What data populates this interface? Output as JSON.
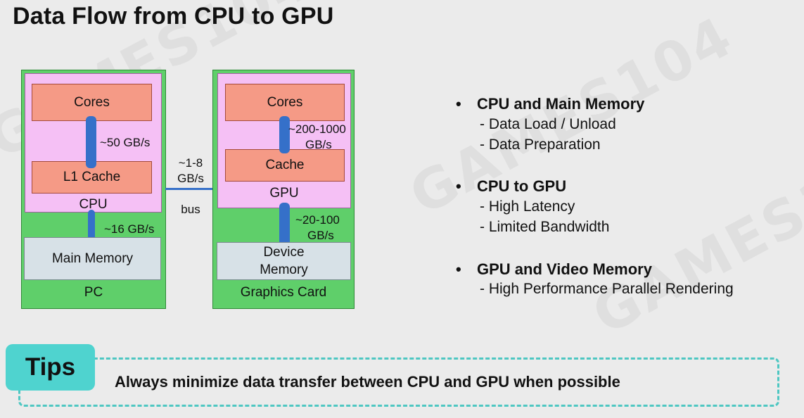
{
  "title": "Data Flow from CPU to GPU",
  "watermark": "GAMES104",
  "diagram": {
    "pc": {
      "cores": "Cores",
      "l1_cache": "L1 Cache",
      "cpu": "CPU",
      "main_memory": "Main Memory",
      "pc": "PC",
      "bw_cores_cache": "~50 GB/s",
      "bw_cpu_memory": "~16 GB/s"
    },
    "bus": {
      "bw_line1": "~1-8",
      "bw_line2": "GB/s",
      "label": "bus"
    },
    "graphics_card": {
      "cores": "Cores",
      "cache": "Cache",
      "gpu": "GPU",
      "device_memory_line1": "Device",
      "device_memory_line2": "Memory",
      "label": "Graphics Card",
      "bw_cores_cache_line1": "~200-1000",
      "bw_cores_cache_line2": "GB/s",
      "bw_gpu_memory_line1": "~20-100",
      "bw_gpu_memory_line2": "GB/s"
    }
  },
  "bullets": [
    {
      "heading": "CPU and Main Memory",
      "items": [
        "- Data Load / Unload",
        "- Data Preparation"
      ]
    },
    {
      "heading": "CPU to GPU",
      "items": [
        "- High Latency",
        "- Limited Bandwidth"
      ]
    },
    {
      "heading": "GPU and Video Memory",
      "items": [
        "- High Performance Parallel Rendering"
      ]
    }
  ],
  "tips": {
    "badge": "Tips",
    "text": "Always minimize data transfer between CPU and GPU when possible"
  }
}
